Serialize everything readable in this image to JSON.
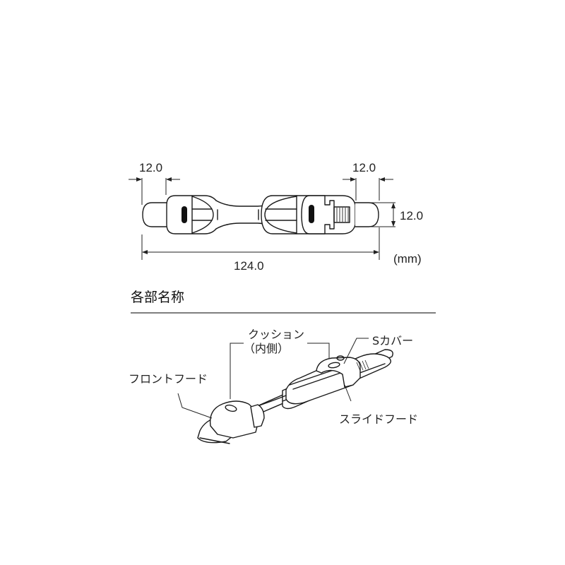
{
  "top_view": {
    "dimensions": {
      "left_cap_width": "12.0",
      "right_cap_width": "12.0",
      "cap_height": "12.0",
      "total_length": "124.0",
      "unit": "(mm)"
    }
  },
  "parts_section": {
    "title": "各部名称",
    "labels": {
      "cushion_line1": "クッション",
      "cushion_line2": "（内側）",
      "s_cover": "Sカバー",
      "front_hood": "フロントフード",
      "slide_hood": "スライドフード"
    }
  }
}
